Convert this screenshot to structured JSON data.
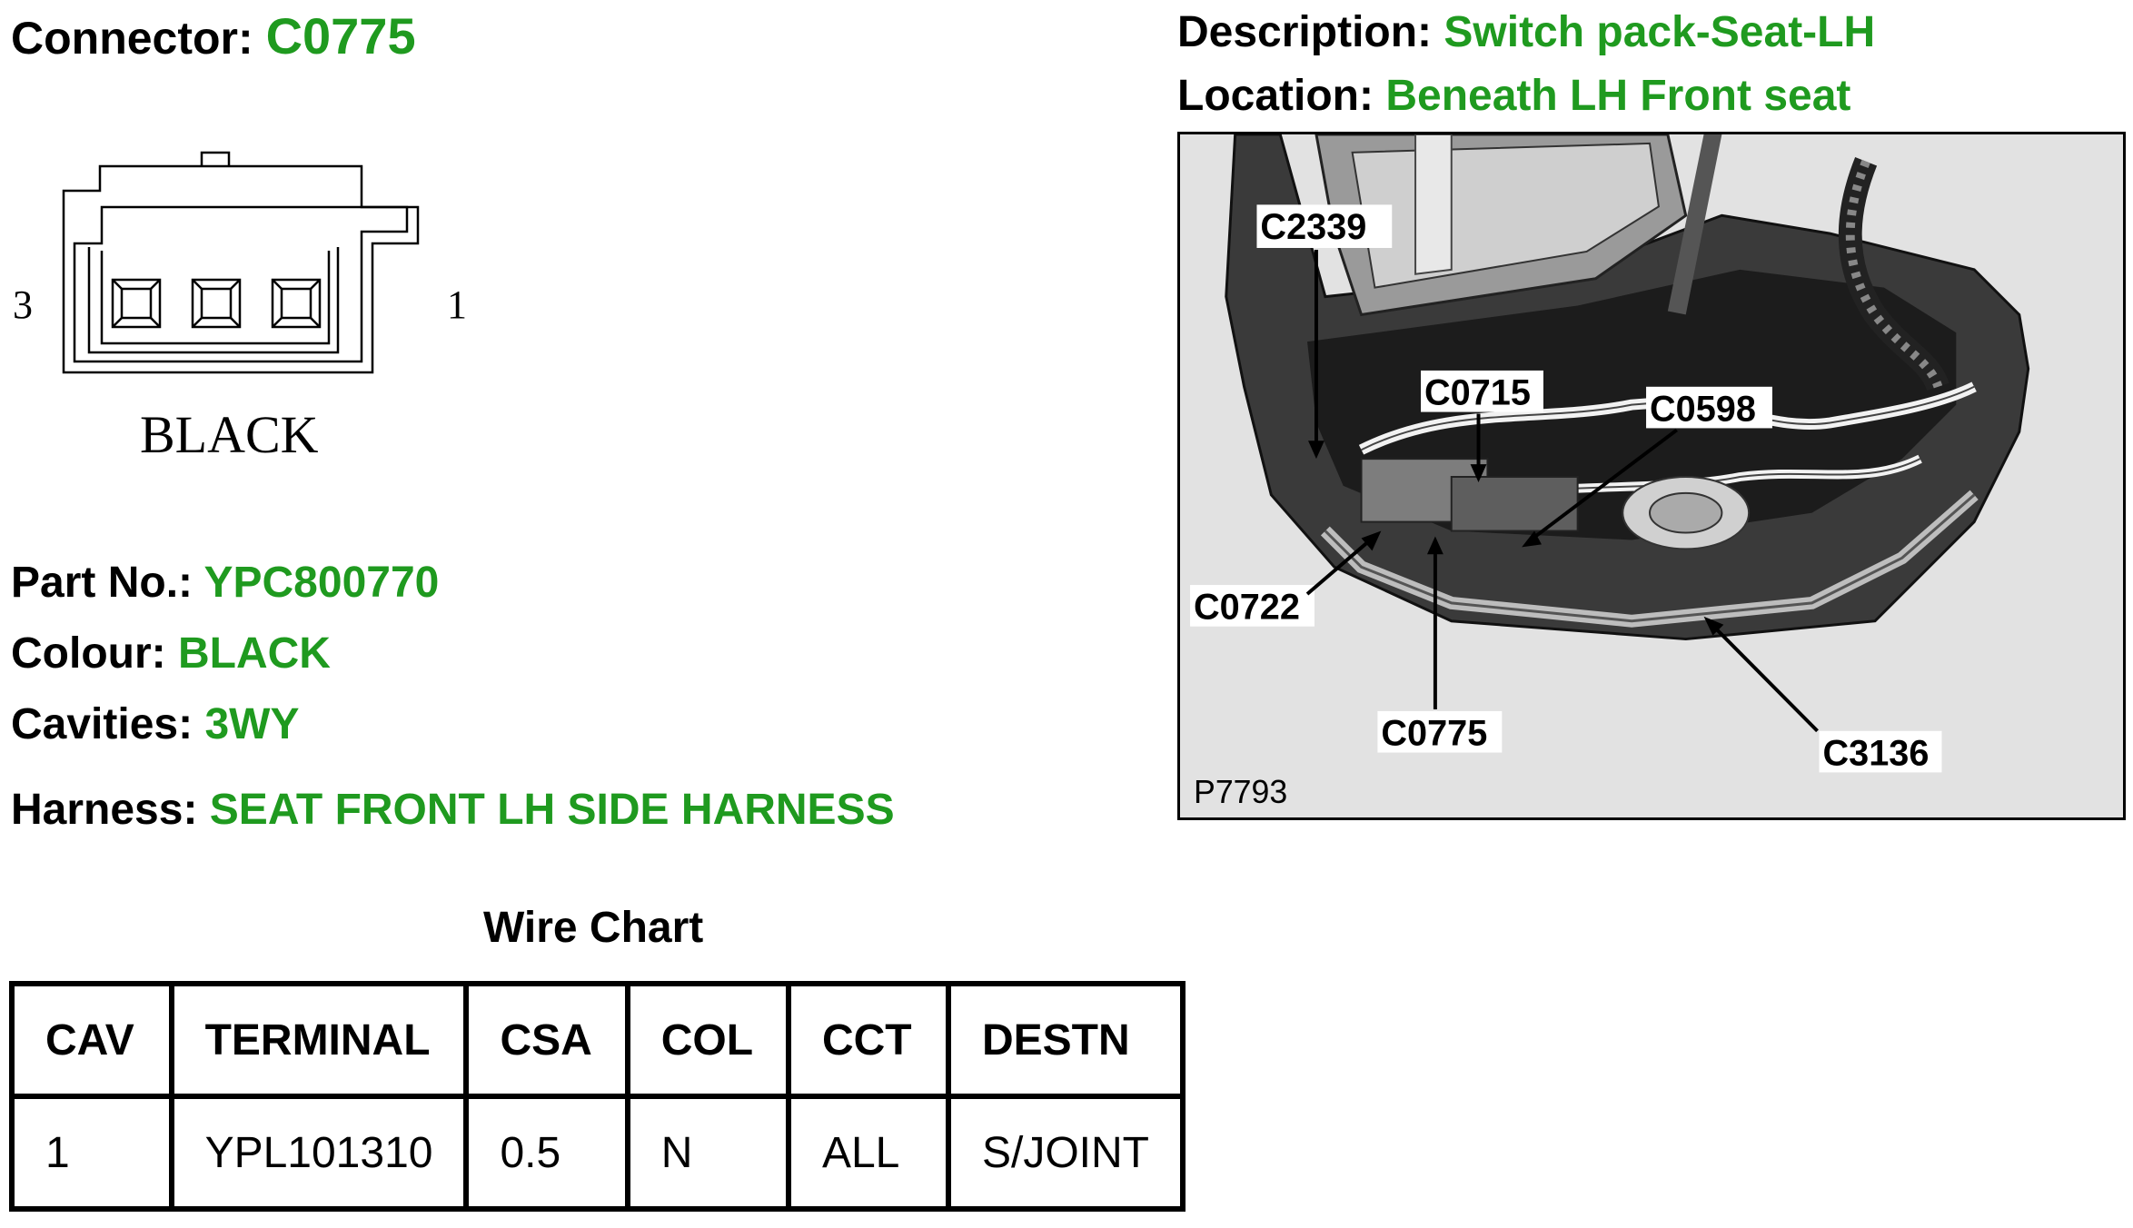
{
  "connector": {
    "label": "Connector:",
    "value": "C0775"
  },
  "description": {
    "label": "Description:",
    "value": "Switch pack-Seat-LH"
  },
  "location": {
    "label": "Location:",
    "value": "Beneath LH Front seat"
  },
  "diagram": {
    "pin_left": "3",
    "pin_right": "1",
    "colour_text": "BLACK"
  },
  "photo": {
    "ref": "P7793",
    "callouts": [
      "C2339",
      "C0715",
      "C0598",
      "C0722",
      "C0775",
      "C3136"
    ]
  },
  "details": {
    "part_no": {
      "label": "Part No.:",
      "value": "YPC800770"
    },
    "colour": {
      "label": "Colour:",
      "value": "BLACK"
    },
    "cavities": {
      "label": "Cavities:",
      "value": "3WY"
    },
    "harness": {
      "label": "Harness:",
      "value": "SEAT FRONT LH SIDE HARNESS"
    }
  },
  "wire_chart": {
    "title": "Wire Chart",
    "headers": [
      "CAV",
      "TERMINAL",
      "CSA",
      "COL",
      "CCT",
      "DESTN"
    ],
    "rows": [
      [
        "1",
        "YPL101310",
        "0.5",
        "N",
        "ALL",
        "S/JOINT"
      ]
    ]
  },
  "colors": {
    "label": "#000000",
    "value_green": "#1f9a1f"
  }
}
